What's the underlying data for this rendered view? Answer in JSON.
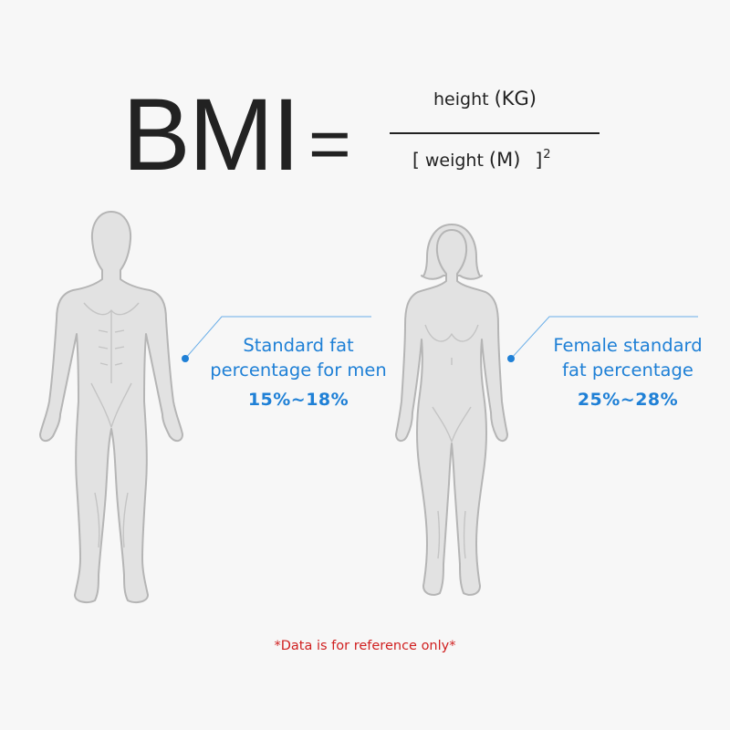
{
  "formula": {
    "lhs": "BMI",
    "equals": "=",
    "numerator_word": "height",
    "numerator_unit": "(KG)",
    "denominator_open": "[",
    "denominator_word": "weight",
    "denominator_unit": "(M)",
    "denominator_close": "]",
    "exponent": "2"
  },
  "men": {
    "line1": "Standard fat",
    "line2": "percentage for men",
    "range": "15%~18%"
  },
  "women": {
    "line1": "Female standard",
    "line2": "fat percentage",
    "range": "25%~28%"
  },
  "disclaimer": "*Data is for reference only*",
  "colors": {
    "accent": "#1f80d6",
    "disclaimer": "#d02020",
    "figure_fill": "#e2e2e2",
    "figure_stroke": "#b5b5b5"
  }
}
